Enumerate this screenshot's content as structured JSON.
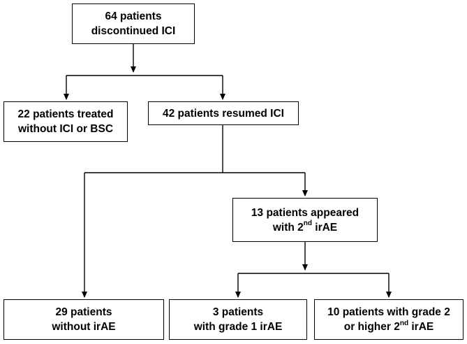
{
  "nodes": {
    "start": {
      "line1": "64 patients",
      "line2": "discontinued ICI"
    },
    "no_resume": {
      "line1": "22 patients treated",
      "line2": "without ICI or BSC"
    },
    "resumed": {
      "line1": "42 patients resumed ICI"
    },
    "second_irae": {
      "line1": "13 patients appeared",
      "line2_pre": "with 2",
      "line2_sup": "nd",
      "line2_post": " irAE"
    },
    "without_irae": {
      "line1": "29 patients",
      "line2": "without irAE"
    },
    "grade1": {
      "line1": "3 patients",
      "line2": "with grade 1 irAE"
    },
    "grade2": {
      "line1": "10 patients with grade 2",
      "line2_pre": "or higher 2",
      "line2_sup": "nd",
      "line2_post": " irAE"
    }
  }
}
